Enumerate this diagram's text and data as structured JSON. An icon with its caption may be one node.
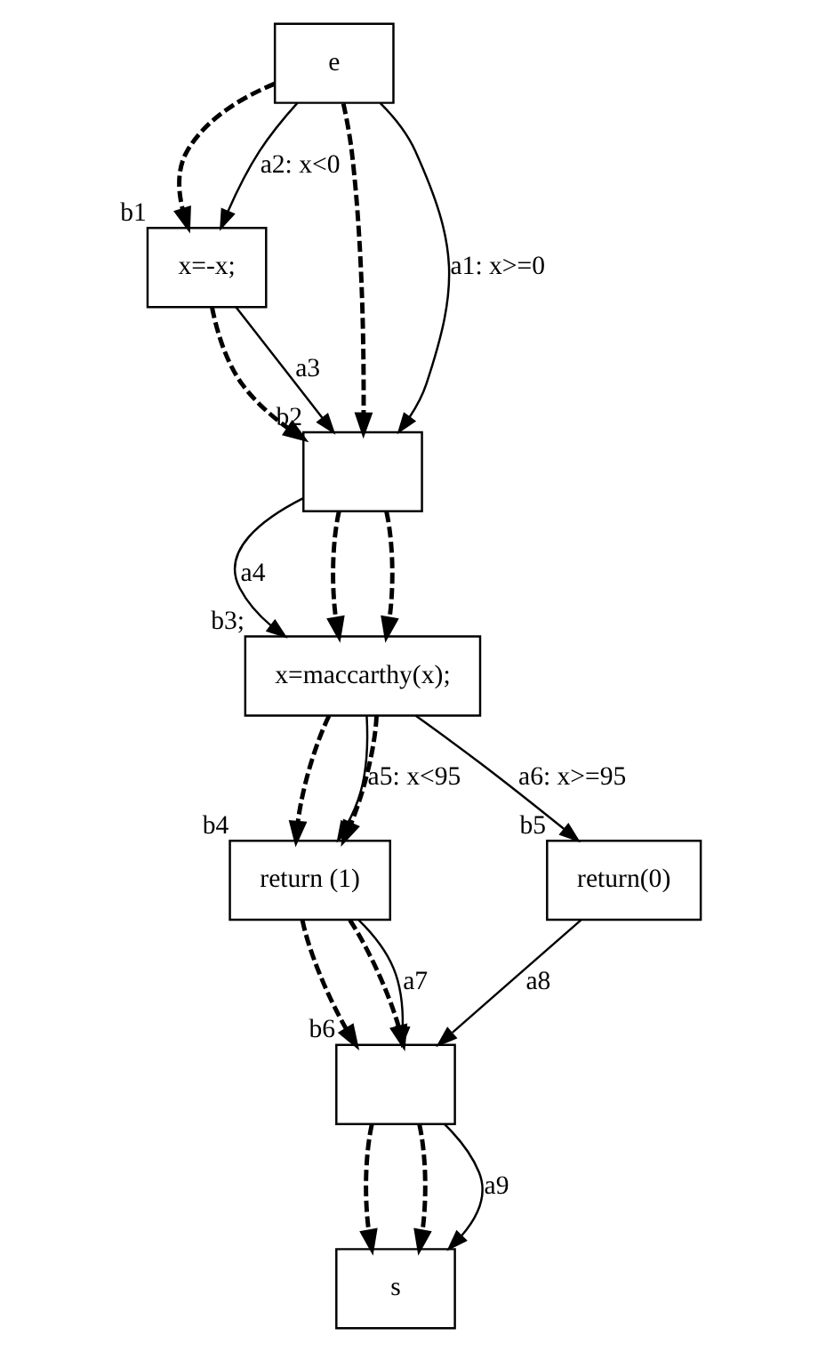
{
  "diagram": {
    "nodes": [
      {
        "text": [
          "e"
        ]
      },
      {
        "text": [
          "x=-x;"
        ],
        "beside": [
          "b1"
        ]
      },
      {
        "text": [],
        "shape": "box",
        "beside": [
          "b2"
        ]
      },
      {
        "text": [
          "x=maccarthy(x);"
        ],
        "beside": [
          "b3;"
        ]
      },
      {
        "text": [
          "return (1)"
        ],
        "beside": [
          "b4"
        ]
      },
      {
        "text": [
          "return(0)"
        ],
        "beside": [
          "b5"
        ]
      },
      {
        "text": [],
        "shape": "box",
        "beside": [
          "b6"
        ]
      },
      {
        "text": [
          "s"
        ]
      }
    ],
    "edges": [
      {
        "from": 0,
        "to": 2,
        "arrow": "to",
        "style": "dashed"
      },
      {
        "from": 0,
        "to": 2,
        "arrow": "to",
        "label": "a1: x>=0"
      },
      {
        "from": 0,
        "to": 1,
        "arrow": "to",
        "style": "dashed"
      },
      {
        "from": 0,
        "to": 1,
        "arrow": "to",
        "label": "a2: x<0"
      },
      {
        "from": 1,
        "to": 2,
        "arrow": "to",
        "style": "dashed"
      },
      {
        "from": 1,
        "to": 2,
        "arrow": "to",
        "label": "a3"
      },
      {
        "from": 2,
        "to": 3,
        "arrow": "to",
        "label": "a4"
      },
      {
        "from": 2,
        "to": 3,
        "arrow": "to",
        "style": "dashed"
      },
      {
        "from": 2,
        "to": 3,
        "arrow": "to",
        "style": "dashed"
      },
      {
        "from": 3,
        "to": 4,
        "arrow": "to",
        "style": "dashed"
      },
      {
        "from": 3,
        "to": 4,
        "arrow": "to",
        "style": "dashed"
      },
      {
        "from": 3,
        "to": 4,
        "arrow": "to",
        "label": "a5: x<95"
      },
      {
        "from": 3,
        "to": 5,
        "arrow": "to",
        "label": "a6: x>=95"
      },
      {
        "from": 4,
        "to": 6,
        "arrow": "to",
        "style": "dashed"
      },
      {
        "from": 4,
        "to": 6,
        "arrow": "to",
        "style": "dashed"
      },
      {
        "from": 4,
        "to": 6,
        "arrow": "to",
        "label": "a7"
      },
      {
        "from": 5,
        "to": 6,
        "arrow": "to",
        "label": "a8"
      },
      {
        "from": 6,
        "to": 7,
        "arrow": "to",
        "style": "dashed"
      },
      {
        "from": 6,
        "to": 7,
        "arrow": "to",
        "style": "dashed"
      },
      {
        "from": 6,
        "to": 7,
        "arrow": "to",
        "label": "a9"
      }
    ]
  }
}
